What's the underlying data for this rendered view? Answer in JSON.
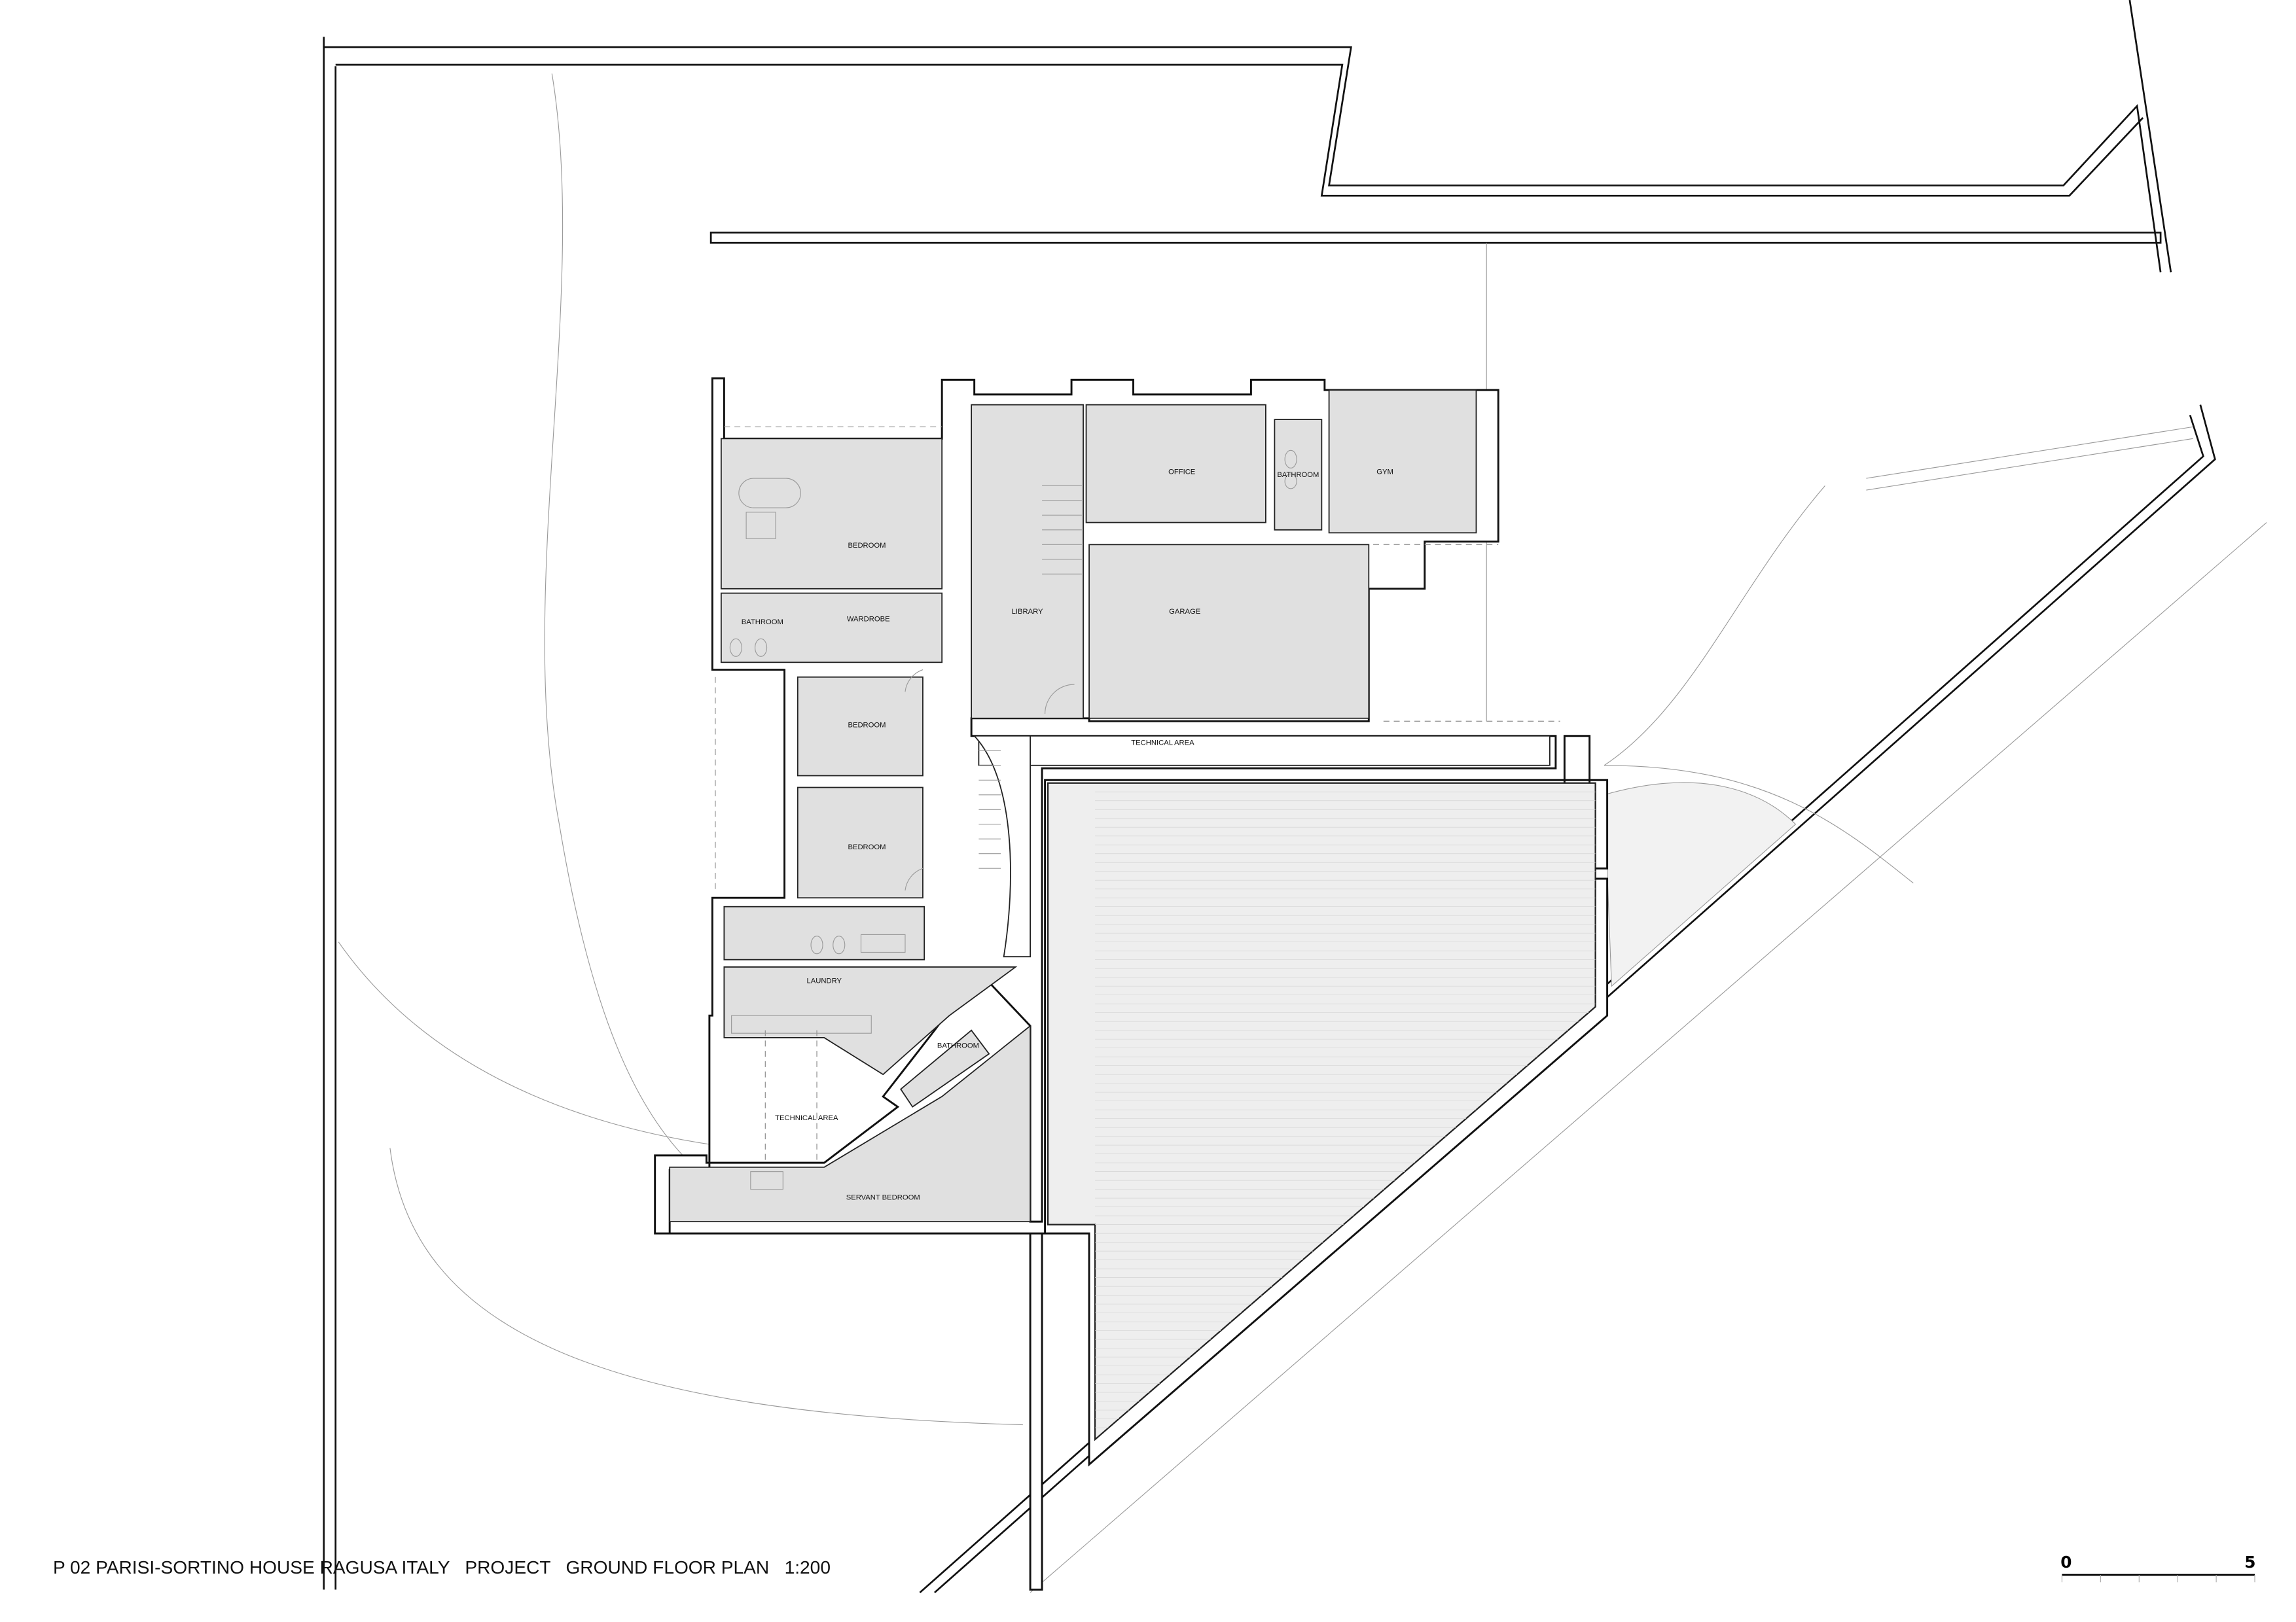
{
  "title": "P 02 PARISI-SORTINO HOUSE RAGUSA ITALY   PROJECT   GROUND FLOOR PLAN   1:200",
  "scale_bar": {
    "start_label": "0",
    "end_label": "5",
    "divisions": 5
  },
  "rooms": [
    {
      "id": "bedroom-main",
      "label": "BEDROOM"
    },
    {
      "id": "bathroom-main",
      "label": "BATHROOM"
    },
    {
      "id": "wardrobe",
      "label": "WARDROBE"
    },
    {
      "id": "library",
      "label": "LIBRARY"
    },
    {
      "id": "office",
      "label": "OFFICE"
    },
    {
      "id": "bathroom-gym",
      "label": "BATHROOM"
    },
    {
      "id": "gym",
      "label": "GYM"
    },
    {
      "id": "garage",
      "label": "GARAGE"
    },
    {
      "id": "technical-area-north",
      "label": "TECHNICAL AREA"
    },
    {
      "id": "bedroom-2",
      "label": "BEDROOM"
    },
    {
      "id": "bedroom-3",
      "label": "BEDROOM"
    },
    {
      "id": "laundry",
      "label": "LAUNDRY"
    },
    {
      "id": "bathroom-service",
      "label": "BATHROOM"
    },
    {
      "id": "technical-area-south",
      "label": "TECHNICAL AREA"
    },
    {
      "id": "servant-bedroom",
      "label": "SERVANT BEDROOM"
    }
  ],
  "colors": {
    "room_fill": "#e0e0e0",
    "line": "#111111",
    "background": "#ffffff"
  }
}
